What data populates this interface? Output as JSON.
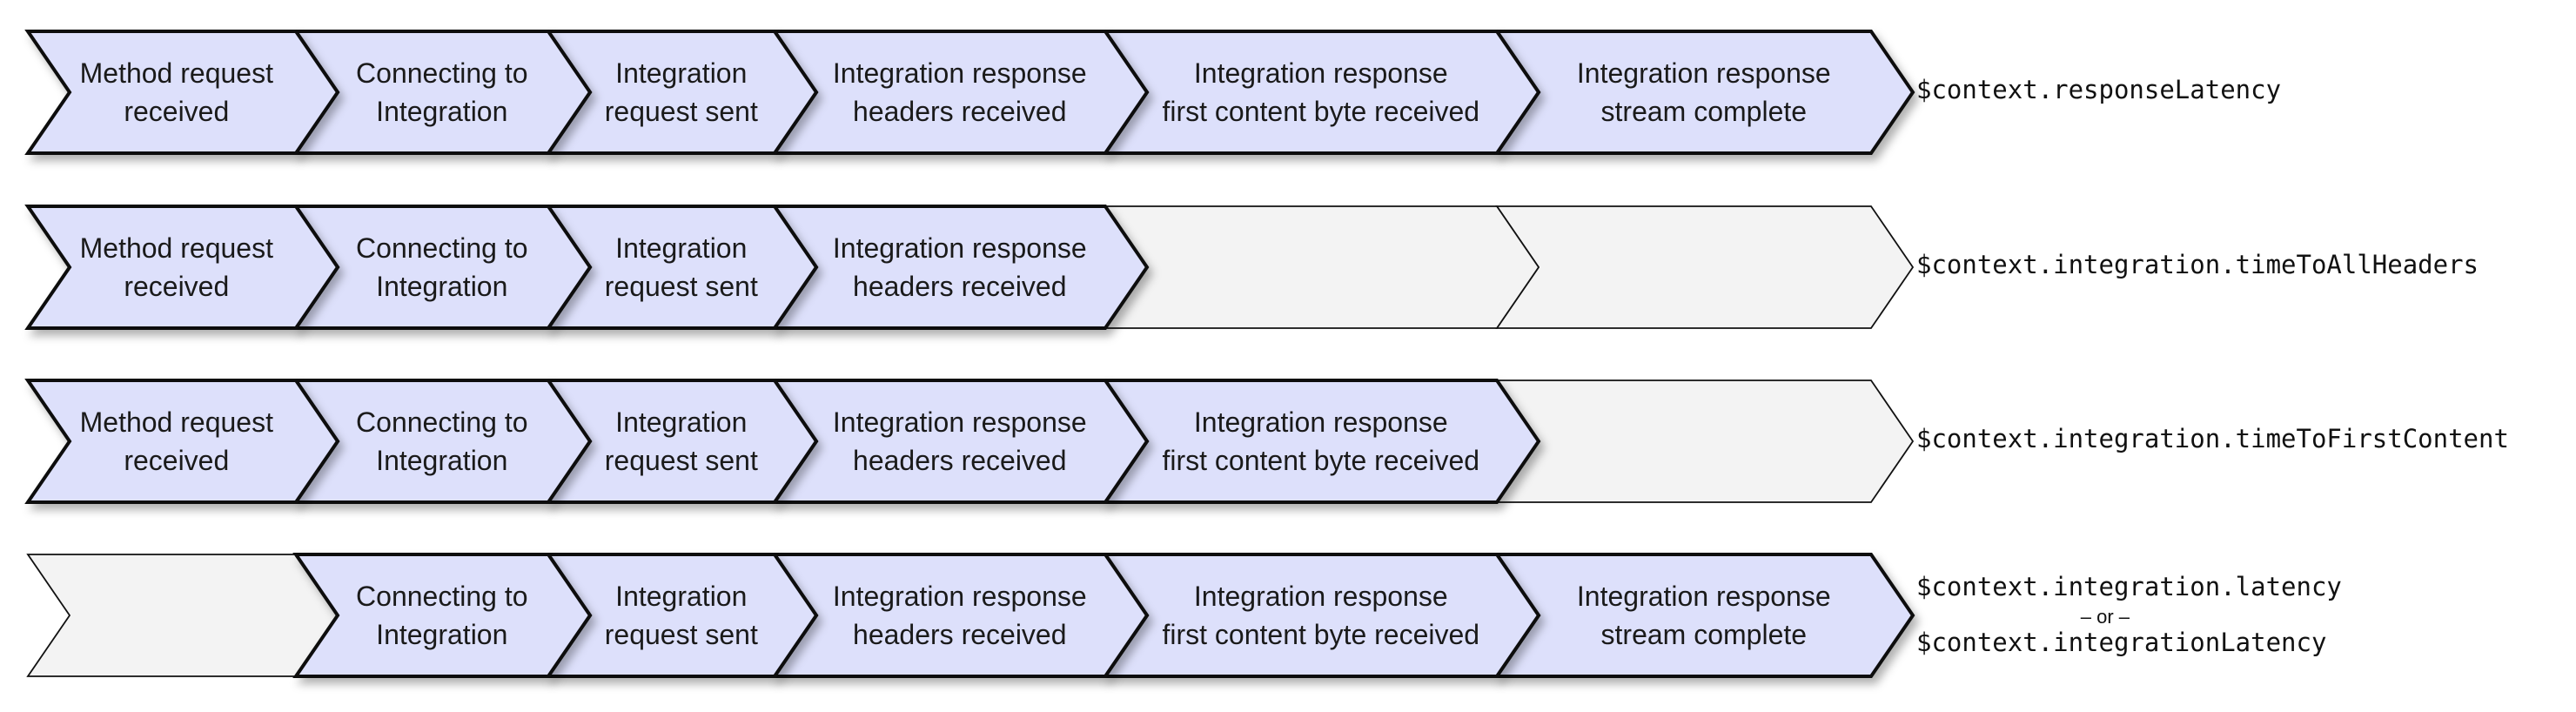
{
  "colors": {
    "active": "#dde0fb",
    "inactive": "#f3f3f3",
    "stroke": "#111111"
  },
  "rows": [
    {
      "metric": "$context.responseLatency",
      "active": [
        true,
        true,
        true,
        true,
        true,
        true
      ],
      "steps": [
        "Method request\nreceived",
        "Connecting to\nIntegration",
        "Integration\nrequest sent",
        "Integration response\nheaders received",
        "Integration response\nfirst content byte received",
        "Integration response\nstream complete"
      ]
    },
    {
      "metric": "$context.integration.timeToAllHeaders",
      "active": [
        true,
        true,
        true,
        true,
        false,
        false
      ],
      "steps": [
        "Method request\nreceived",
        "Connecting to\nIntegration",
        "Integration\nrequest sent",
        "Integration response\nheaders received",
        "",
        ""
      ]
    },
    {
      "metric": "$context.integration.timeToFirstContent",
      "active": [
        true,
        true,
        true,
        true,
        true,
        false
      ],
      "steps": [
        "Method request\nreceived",
        "Connecting to\nIntegration",
        "Integration\nrequest sent",
        "Integration response\nheaders received",
        "Integration response\nfirst content byte received",
        ""
      ]
    },
    {
      "metric": "$context.integration.latency",
      "metric_or": "– or –",
      "metric_alt": "$context.integrationLatency",
      "active": [
        false,
        true,
        true,
        true,
        true,
        true
      ],
      "steps": [
        "",
        "Connecting to\nIntegration",
        "Integration\nrequest sent",
        "Integration response\nheaders received",
        "Integration response\nfirst content byte received",
        "Integration response\nstream complete"
      ]
    }
  ]
}
